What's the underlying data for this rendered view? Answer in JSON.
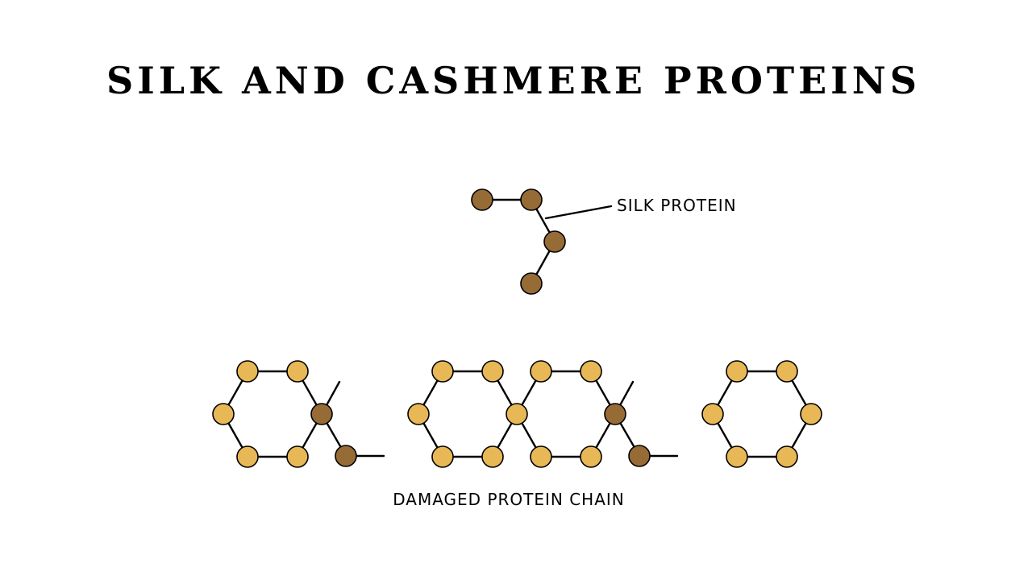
{
  "title": "SILK AND CASHMERE PROTEINS",
  "labels": {
    "silk_protein": "SILK PROTEIN",
    "damaged_chain": "DAMAGED PROTEIN CHAIN"
  },
  "colors": {
    "light_atom": "#E8B856",
    "dark_atom": "#976B36",
    "bond": "#000000",
    "text": "#000000",
    "background": "#ffffff"
  }
}
